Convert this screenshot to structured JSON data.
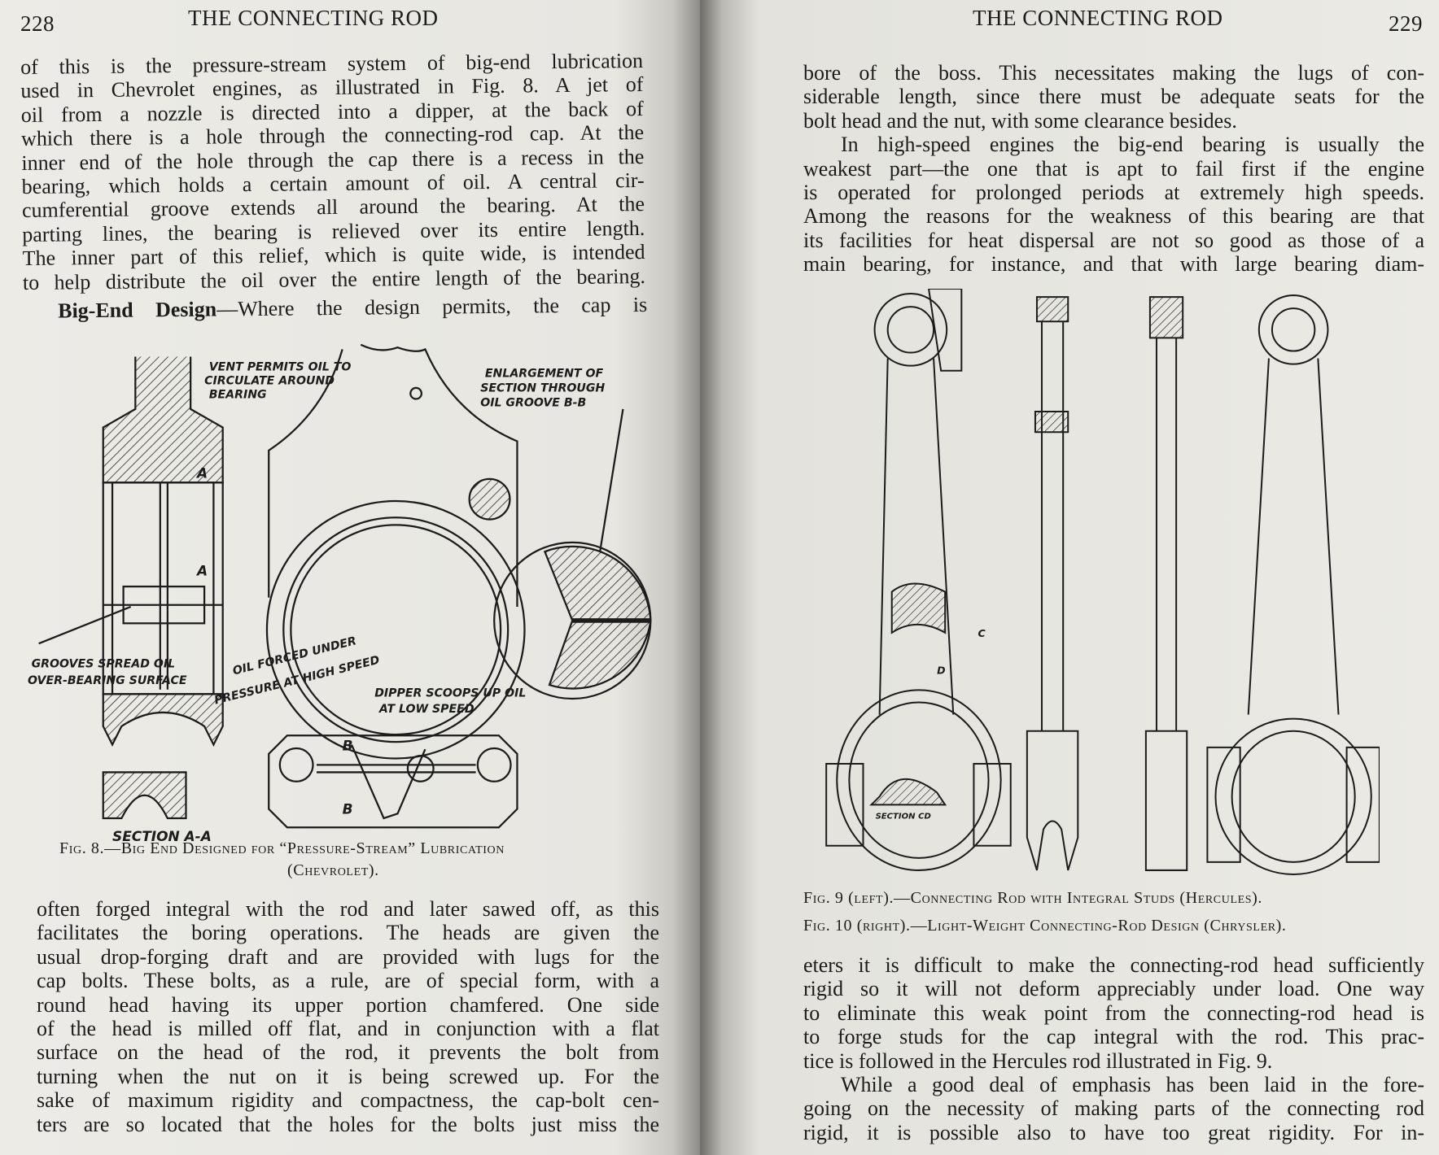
{
  "left_page": {
    "page_number": "228",
    "running_head": "THE CONNECTING ROD",
    "top_lines": [
      "of this is the pressure-stream system of big-end lubrication",
      "used in Chevrolet engines, as illustrated in Fig. 8.  A jet of",
      "oil from a nozzle is directed into a dipper, at the back of",
      "which there is a hole through the connecting-rod cap.  At the",
      "inner end of the hole through the cap there is a recess in the",
      "bearing, which holds a certain amount of oil.  A central cir-",
      "cumferential groove extends all around the bearing.  At the",
      "parting lines, the bearing is relieved over its entire length.",
      "The inner part of this relief, which is quite wide, is intended",
      "to help distribute the oil over the entire length of the bearing."
    ],
    "heading": "Big-End Design",
    "heading_rest": "—Where the design permits, the cap is",
    "figure_labels": {
      "vent": [
        "VENT PERMITS OIL TO",
        "CIRCULATE AROUND",
        "BEARING"
      ],
      "enlargement": [
        "ENLARGEMENT OF",
        "SECTION THROUGH",
        "OIL GROOVE B-B"
      ],
      "grooves": [
        "GROOVES SPREAD OIL",
        "OVER-BEARING SURFACE"
      ],
      "oil_forced": [
        "OIL FORCED UNDER",
        "PRESSURE AT HIGH SPEED"
      ],
      "dipper": [
        "DIPPER SCOOPS UP OIL",
        "AT LOW SPEED"
      ],
      "section_aa": "SECTION A-A",
      "mark_a": "A",
      "mark_b": "B"
    },
    "caption_line1": "Fig. 8.—Big End Designed for “Pressure-Stream” Lubrication",
    "caption_line2": "(Chevrolet).",
    "bottom_lines": [
      "often forged integral with the rod and later sawed off, as this",
      "facilitates the boring operations.  The heads are given the",
      "usual drop-forging draft and are provided with lugs for the",
      "cap bolts.  These bolts, as a rule, are of special form, with a",
      "round head having its upper portion chamfered.  One side",
      "of the head is milled off flat, and in conjunction with a flat",
      "surface on the head of the rod, it prevents the bolt from",
      "turning when the nut on it is being screwed up.  For the",
      "sake of maximum rigidity and compactness, the cap-bolt cen-",
      "ters are so located that the holes for the bolts just miss the"
    ]
  },
  "right_page": {
    "page_number": "229",
    "running_head": "THE CONNECTING ROD",
    "top_lines": [
      "bore of the boss.  This necessitates making the lugs of con-",
      "siderable length, since there must be adequate seats for the",
      "bolt head and the nut, with some clearance besides.",
      "In high-speed engines the big-end bearing is usually the",
      "weakest part—the one that is apt to fail first if the engine",
      "is operated for prolonged periods at extremely high speeds.",
      "Among the reasons for the weakness of this bearing are that",
      "its facilities for heat dispersal are not so good as those of a",
      "main bearing, for instance, and that with large bearing diam-"
    ],
    "figure_labels": {
      "c": "C",
      "d": "D",
      "section_cd": "SECTION CD"
    },
    "caption_fig9": "Fig. 9 (left).—Connecting Rod with Integral Studs (Hercules).",
    "caption_fig10": "Fig. 10 (right).—Light-Weight Connecting-Rod Design (Chrysler).",
    "bottom_lines": [
      "eters it is difficult to make the connecting-rod head sufficiently",
      "rigid so it will not deform appreciably under load.  One way",
      "to eliminate this weak point from the connecting-rod head is",
      "to forge studs for the cap integral with the rod.  This prac-",
      "tice is followed in the Hercules rod illustrated in Fig. 9.",
      "While a good deal of emphasis has been laid in the fore-",
      "going on the necessity of making parts of the connecting rod",
      "rigid, it is possible also to have too great rigidity.  For in-"
    ]
  }
}
